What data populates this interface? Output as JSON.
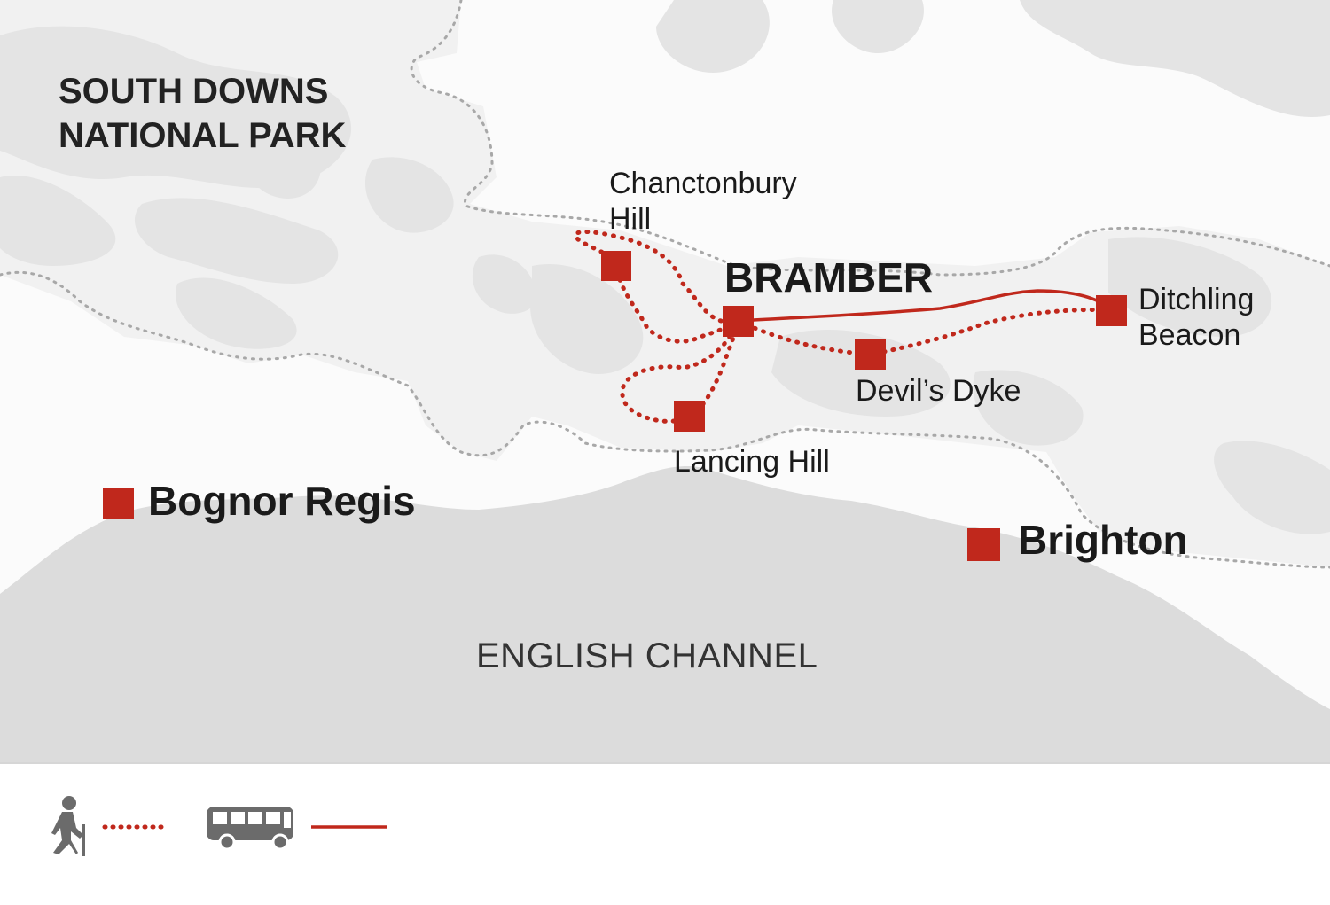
{
  "park": {
    "line1": "SOUTH DOWNS",
    "line2": "NATIONAL PARK"
  },
  "sea": {
    "label": "ENGLISH CHANNEL"
  },
  "towns": {
    "bramber": "BRAMBER",
    "bognor": "Bognor Regis",
    "brighton": "Brighton"
  },
  "places": {
    "chanctonbury_line1": "Chanctonbury",
    "chanctonbury_line2": "Hill",
    "ditchling_line1": "Ditchling",
    "ditchling_line2": "Beacon",
    "devils_dyke": "Devil’s Dyke",
    "lancing": "Lancing Hill"
  },
  "colors": {
    "route": "#c0281c",
    "marker": "#c0281c",
    "land_dark": "#e6e6e6",
    "land_light": "#f2f2f2",
    "sea": "#dcdcdc",
    "boundary": "#a8a8a8",
    "icon": "#6b6b6b"
  },
  "legend": [
    {
      "icon": "walker-icon",
      "line": "dotted"
    },
    {
      "icon": "bus-icon",
      "line": "solid"
    }
  ]
}
